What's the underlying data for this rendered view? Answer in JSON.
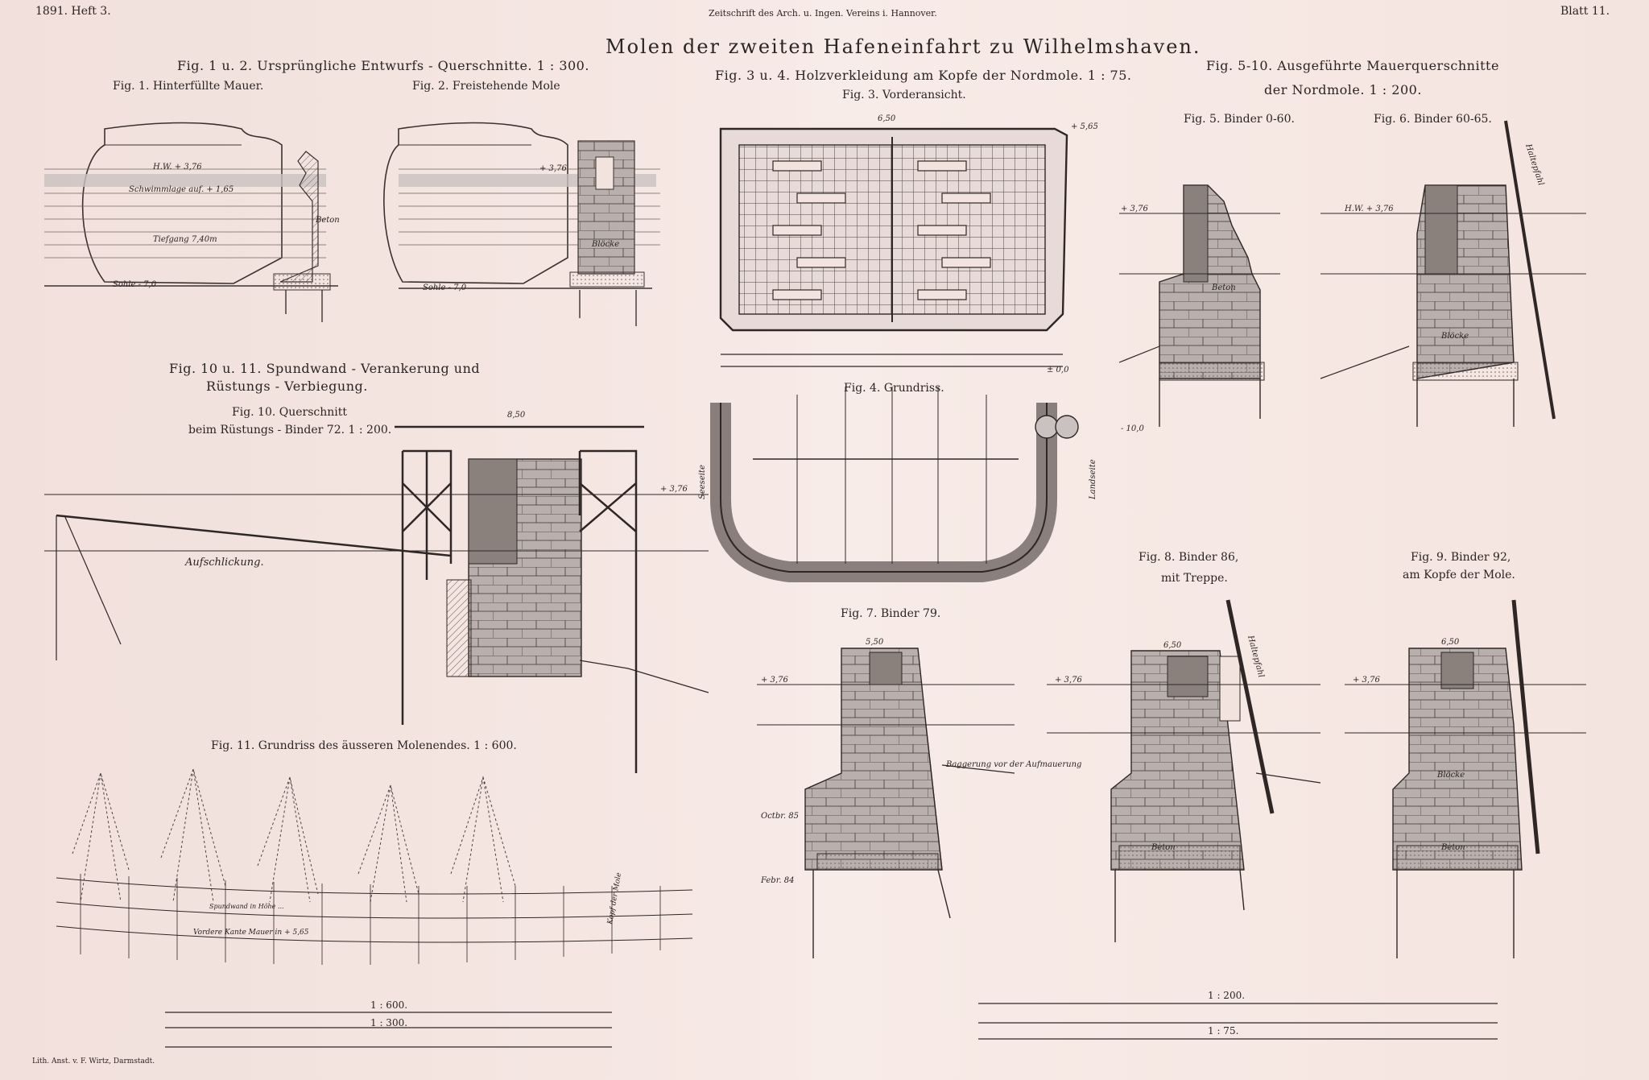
{
  "header": {
    "left": "1891. Heft 3.",
    "center": "Zeitschrift des Arch. u. Ingen. Vereins i. Hannover.",
    "right": "Blatt 11."
  },
  "title": "Molen der zweiten Hafeneinfahrt zu Wilhelmshaven.",
  "sections": {
    "fig1_2_caption": "Fig. 1 u. 2. Ursprüngliche Entwurfs - Querschnitte. 1 : 300.",
    "fig1_title": "Fig. 1. Hinterfüllte Mauer.",
    "fig2_title": "Fig. 2. Freistehende Mole",
    "fig3_4_caption": "Fig. 3 u. 4. Holzverkleidung am Kopfe der Nordmole. 1 : 75.",
    "fig3_title": "Fig. 3. Vorderansicht.",
    "fig4_title": "Fig. 4. Grundriss.",
    "fig5_10_caption_1": "Fig. 5-10. Ausgeführte Mauerquerschnitte",
    "fig5_10_caption_2": "der Nordmole. 1 : 200.",
    "fig5_title": "Fig. 5. Binder 0-60.",
    "fig6_title": "Fig. 6. Binder 60-65.",
    "fig7_title": "Fig. 7. Binder 79.",
    "fig8_title_1": "Fig. 8. Binder 86,",
    "fig8_title_2": "mit Treppe.",
    "fig9_title_1": "Fig. 9. Binder 92,",
    "fig9_title_2": "am Kopfe der Mole.",
    "fig10_11_caption_1": "Fig. 10 u. 11. Spundwand - Verankerung und",
    "fig10_11_caption_2": "Rüstungs - Verbiegung.",
    "fig10_title_1": "Fig. 10. Querschnitt",
    "fig10_title_2": "beim Rüstungs - Binder 72. 1 : 200.",
    "fig11_title": "Fig. 11. Grundriss des äusseren Molenendes. 1 : 600."
  },
  "labels": {
    "hw": "H.W. + 3,76",
    "schwimm": "Schwimmlage auf. + 1,65",
    "tiefgang": "Tiefgang 7,40m",
    "sohle": "Sohle - 7,0",
    "beton": "Beton",
    "bloecke": "Blöcke",
    "haltepfahl": "Haltepfahl",
    "aufschlickung": "Aufschlickung.",
    "seeseite": "Seeseite",
    "landseite": "Landseite",
    "baggerung": "Baggerung vor der Aufmauerung",
    "octbr": "Octbr. 85",
    "febr": "Febr. 84",
    "spundwand": "Spundwand in Höhe ...",
    "vordere_kante": "Vordere Kante Mauer in + 5,65",
    "kopf": "Kopf der Mole",
    "w316": "+ 3,76",
    "w565": "+ 5,65",
    "w00": "± 0,0",
    "w_neg10": "- 10,0",
    "w650": "6,50",
    "w550": "5,50",
    "w850": "8,50"
  },
  "scales": {
    "s600": "1 : 600.",
    "s300": "1 : 300.",
    "s200": "1 : 200.",
    "s75": "1 : 75."
  },
  "footer": {
    "imprint": "Lith. Anst. v. F. Wirtz, Darmstadt."
  }
}
